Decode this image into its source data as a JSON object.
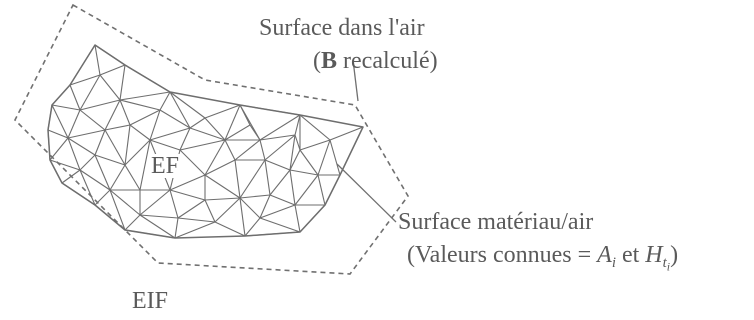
{
  "colors": {
    "line": "#707070",
    "mesh": "#6e6e6e",
    "text": "#5a5a5a",
    "background": "#ffffff"
  },
  "labels": {
    "outer_surface": {
      "line1": "Surface dans l'air",
      "line2_open": "(",
      "line2_bold": "B",
      "line2_rest": " recalculé)"
    },
    "fe_region": "EF",
    "material_surface": {
      "line1": "Surface matériau/air",
      "line2_prefix": "(Valeurs connues = ",
      "var_A": "A",
      "sub_i": "i",
      "conj": " et ",
      "var_H": "H",
      "sub_t": "t",
      "sub_sub_i": "i",
      "line2_close": ")"
    },
    "bie_region": "EIF"
  }
}
